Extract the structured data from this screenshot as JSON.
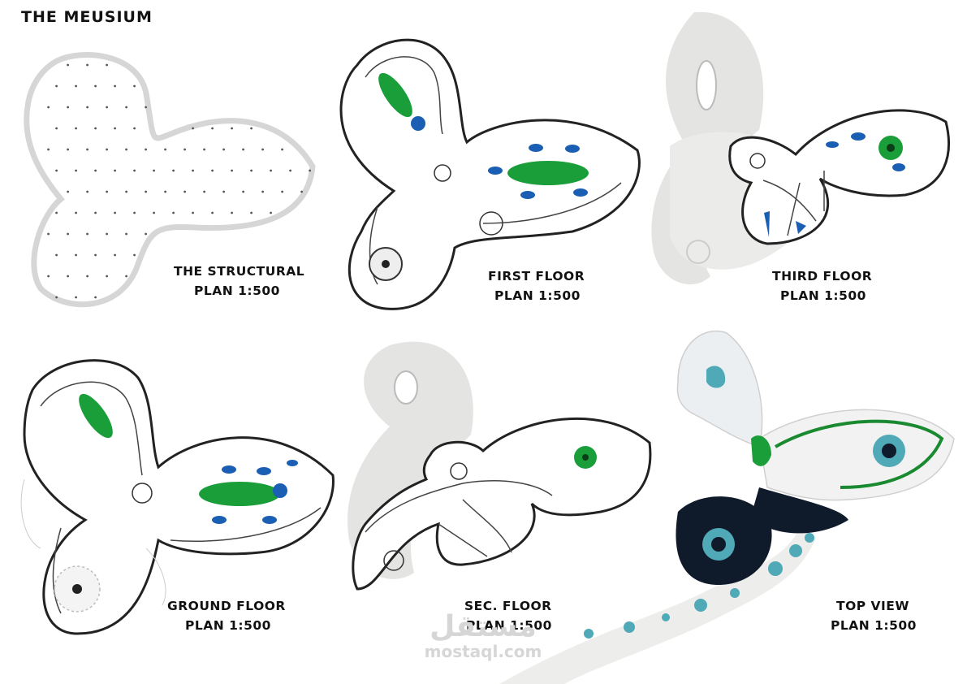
{
  "title": "THE MEUSIUM",
  "panels": [
    {
      "id": "structural",
      "line1": "THE STRUCTURAL",
      "line2": "PLAN 1:500"
    },
    {
      "id": "first",
      "line1": "FIRST FLOOR",
      "line2": "PLAN 1:500"
    },
    {
      "id": "third",
      "line1": "THIRD FLOOR",
      "line2": "PLAN 1:500"
    },
    {
      "id": "ground",
      "line1": "GROUND FLOOR",
      "line2": "PLAN 1:500"
    },
    {
      "id": "second",
      "line1": "SEC. FLOOR",
      "line2": "PLAN 1:500"
    },
    {
      "id": "top",
      "line1": "TOP VIEW",
      "line2": "PLAN 1:500"
    }
  ],
  "watermark": {
    "arabic": "مستقل",
    "latin": "mostaql.com"
  },
  "colors": {
    "green": "#1a9e3a",
    "blue": "#1a5fb4",
    "teal": "#4fa9b6",
    "dark": "#0f1a2a",
    "ghost": "#e4e4e2",
    "structure": "#d4d4d4"
  }
}
